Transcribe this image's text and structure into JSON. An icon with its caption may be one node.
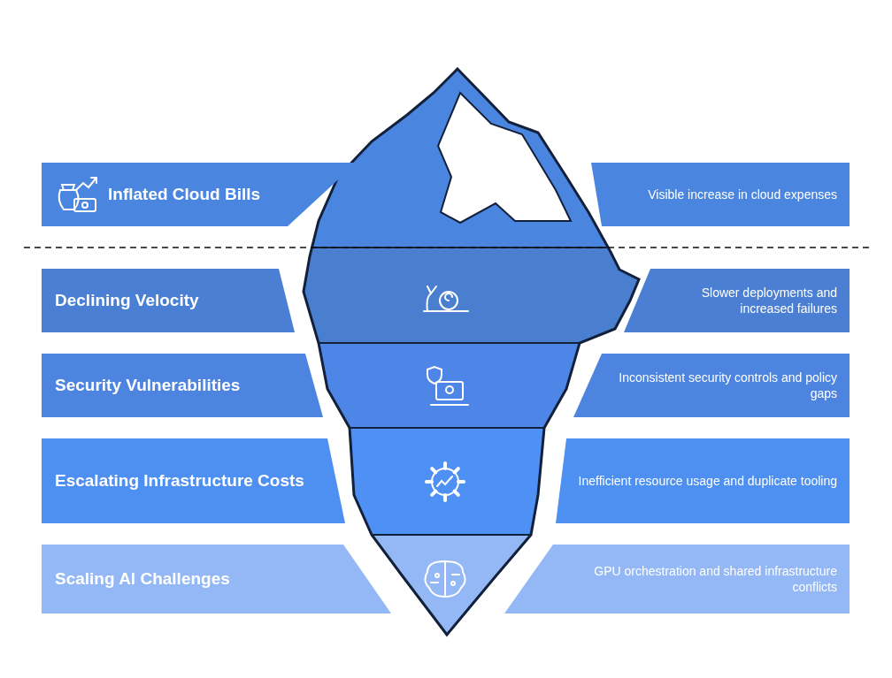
{
  "diagram": {
    "nodes": [
      {
        "text": [
          "Inflated Cloud Bills"
        ]
      },
      {
        "text": [
          "Visible increase in cloud expenses"
        ]
      },
      {
        "text": [
          "Declining Velocity"
        ]
      },
      {
        "text": [
          "Slower deployments and increased failures"
        ]
      },
      {
        "text": [
          "Security Vulnerabilities"
        ]
      },
      {
        "text": [
          "Inconsistent security controls and policy gaps"
        ]
      },
      {
        "text": [
          "Escalating Infrastructure Costs"
        ]
      },
      {
        "text": [
          "Inefficient resource usage and duplicate tooling"
        ]
      },
      {
        "text": [
          "Scaling AI Challenges"
        ]
      },
      {
        "text": [
          "GPU orchestration and shared infrastructure conflicts"
        ]
      }
    ]
  }
}
